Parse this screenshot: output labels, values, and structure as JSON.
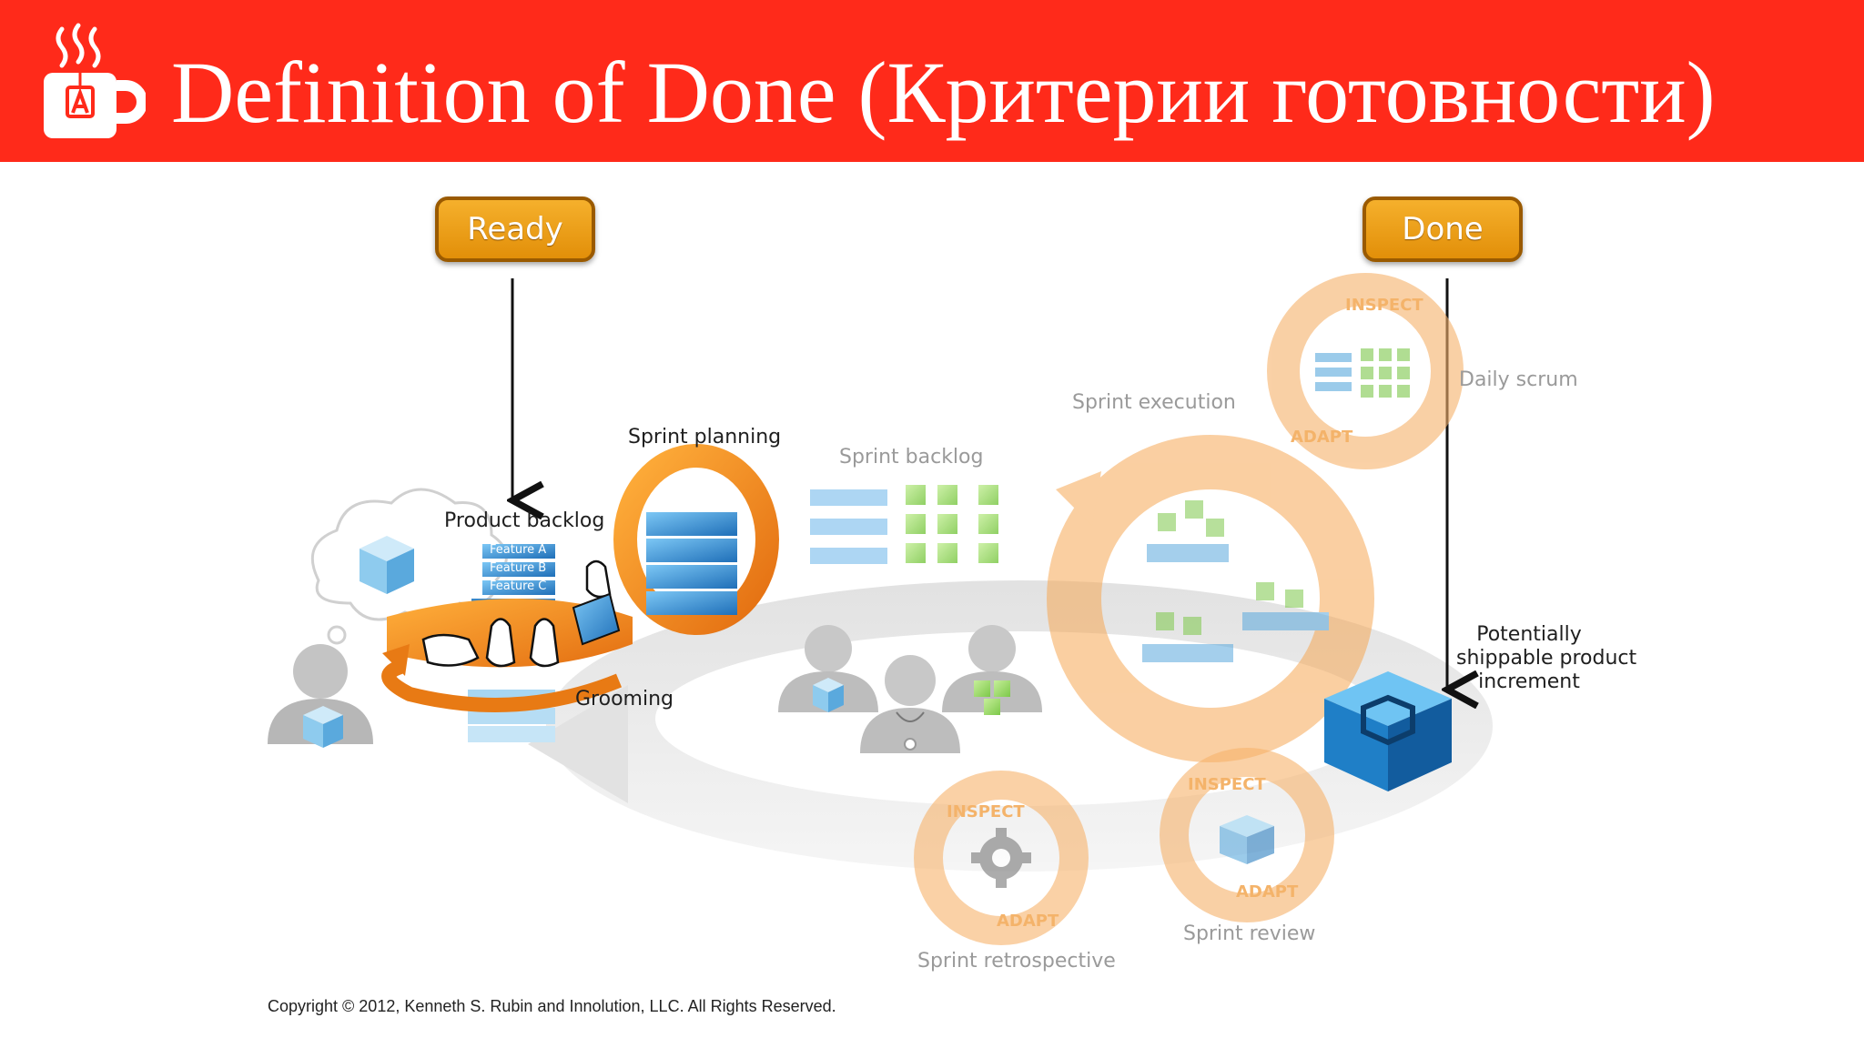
{
  "title": "Definition of Done (Критерии готовности)",
  "labels": {
    "ready": "Ready",
    "done": "Done"
  },
  "diagram": {
    "product_backlog": "Product backlog",
    "features": [
      "Feature A",
      "Feature B",
      "Feature C"
    ],
    "grooming": "Grooming",
    "sprint_planning": "Sprint planning",
    "sprint_backlog": "Sprint backlog",
    "sprint_execution": "Sprint execution",
    "daily_scrum": "Daily scrum",
    "inspect": "INSPECT",
    "adapt": "ADAPT",
    "increment_lines": [
      "Potentially",
      "shippable product",
      "increment"
    ],
    "sprint_review": "Sprint review",
    "sprint_retrospective": "Sprint retrospective"
  },
  "copyright": "Copyright © 2012, Kenneth S. Rubin and Innolution, LLC. All Rights Reserved.",
  "colors": {
    "header": "#ff2a1a",
    "label_box": "#e8960f",
    "orange": "#f08a1e",
    "light_orange": "#f9cc98",
    "blue": "#2d8fd6",
    "green": "#9fd868"
  },
  "icons": [
    "coffee-mug-logo-icon",
    "thought-cloud-icon",
    "person-icon",
    "hand-icon",
    "cube-icon",
    "gear-icon"
  ]
}
